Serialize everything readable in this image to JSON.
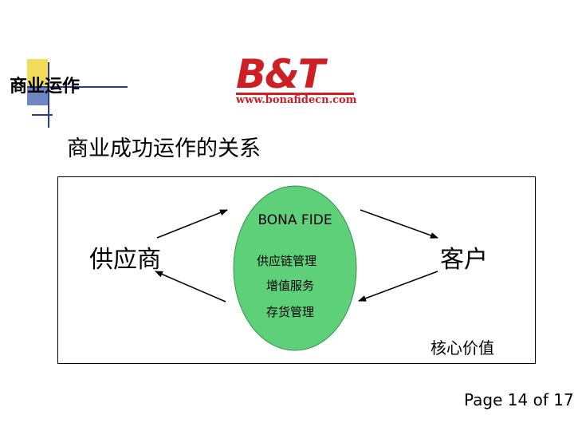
{
  "header": {
    "title": "商业运作",
    "logo": {
      "brand": "B&T",
      "url": "www.bonafidecn.com"
    }
  },
  "slide": {
    "subtitle": "商业成功运作的关系"
  },
  "diagram": {
    "supplier": "供应商",
    "customer": "客户",
    "center": {
      "title": "BONA FIDE",
      "services": [
        "供应链管理",
        "增值服务",
        "存货管理"
      ]
    },
    "core_value": "核心价值",
    "colors": {
      "oval_fill": "#5fd07a",
      "arrow": "#000000"
    }
  },
  "footer": {
    "page": "Page 14 of 17"
  }
}
